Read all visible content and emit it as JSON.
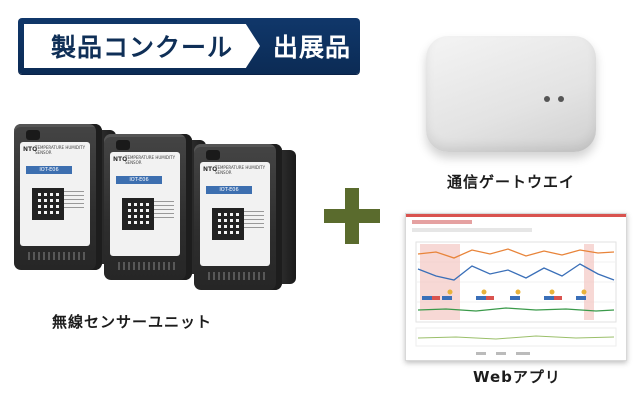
{
  "banner": {
    "left_text": "製品コンクール",
    "right_text": "出展品"
  },
  "products": {
    "sensors_caption": "無線センサーユニット",
    "gateway_caption": "通信ゲートウエイ",
    "webapp_caption": "Webアプリ"
  },
  "sensor_label": {
    "brand": "NTO",
    "title": "TEMPERATURE HUMIDITY SENSOR",
    "model": "IOT-E06"
  },
  "icons": {
    "plus": "plus-icon"
  },
  "colors": {
    "banner_bg": "#0f2f57",
    "plus": "#5a6b2d"
  }
}
